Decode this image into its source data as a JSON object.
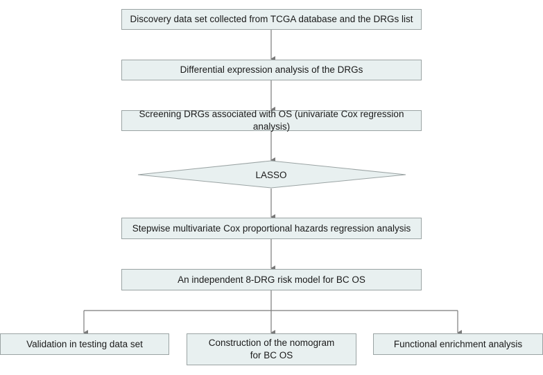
{
  "colors": {
    "box_fill": "#e8f0f0",
    "box_border": "#9aa3a3",
    "arrow": "#7a7a7a"
  },
  "steps": {
    "discovery": "Discovery data set collected from TCGA database and the DRGs list",
    "differential": "Differential expression analysis of the DRGs",
    "screening": "Screening DRGs associated with OS (univariate Cox regression analysis)",
    "lasso": "LASSO",
    "stepwise": "Stepwise multivariate Cox proportional hazards regression analysis",
    "model": "An independent 8-DRG risk model for BC OS"
  },
  "outcomes": {
    "validation": "Validation in testing data set",
    "nomogram_line1": "Construction of the nomogram",
    "nomogram_line2": "for BC OS",
    "enrichment": "Functional enrichment analysis"
  }
}
